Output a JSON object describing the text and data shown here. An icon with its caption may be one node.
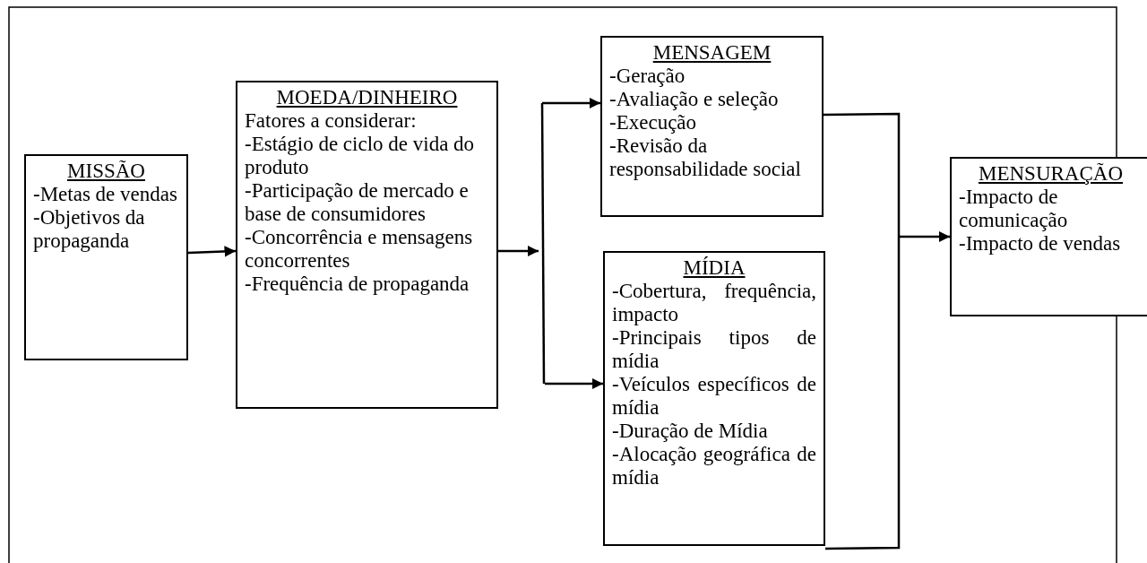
{
  "diagram": {
    "nodes": [
      {
        "text": [
          "MISSÃO",
          "-Metas de vendas",
          "-Objetivos da propaganda"
        ]
      },
      {
        "text": [
          "MOEDA/DINHEIRO",
          "Fatores a considerar:",
          "-Estágio de ciclo de vida do produto",
          "-Participação de mercado e base de consumidores",
          "-Concorrência e mensagens concorrentes",
          "-Frequência de propaganda"
        ]
      },
      {
        "text": [
          "MENSAGEM",
          "-Geração",
          "-Avaliação e seleção",
          "-Execução",
          "-Revisão da responsabilidade social"
        ]
      },
      {
        "text": [
          "MÍDIA",
          "-Cobertura, frequência, impacto",
          "-Principais tipos de mídia",
          "-Veículos específicos de mídia",
          "-Duração de Mídia",
          "-Alocação geográfica de mídia"
        ]
      },
      {
        "text": [
          "MENSURAÇÃO",
          "-Impacto de comunicação",
          "-Impacto de vendas"
        ]
      }
    ],
    "edges": [
      {
        "from": 0,
        "to": 1,
        "arrow": "to"
      },
      {
        "from": 1,
        "to": 2,
        "arrow": "to"
      },
      {
        "from": 1,
        "to": 3,
        "arrow": "to"
      },
      {
        "from": 2,
        "to": 4,
        "arrow": "to"
      },
      {
        "from": 3,
        "to": 4,
        "arrow": "to"
      }
    ]
  }
}
